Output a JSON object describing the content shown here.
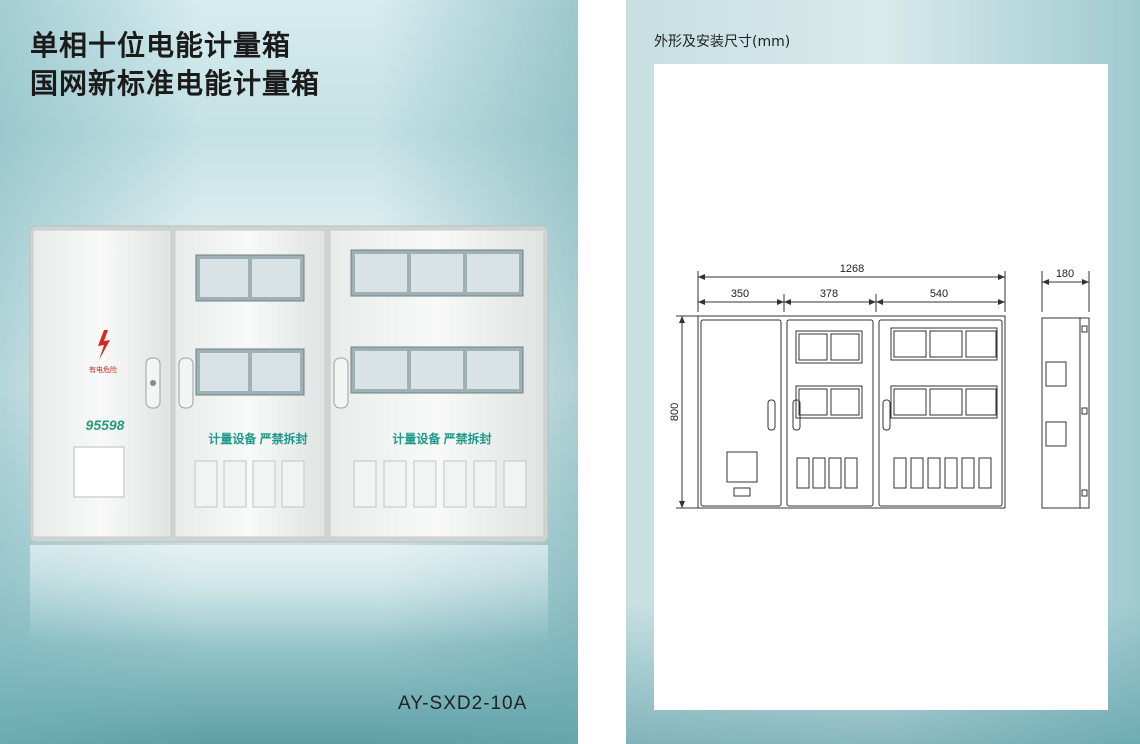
{
  "left_page": {
    "title_line1": "单相十位电能计量箱",
    "title_line2": "国网新标准电能计量箱",
    "model": "AY-SXD2-10A",
    "illustration": {
      "warning_label": "有电危险",
      "logo_text": "95598",
      "panel_2_caption": "计量设备 严禁拆封",
      "panel_3_caption": "计量设备 严禁拆封",
      "warning_icon": "lightning-bolt-icon"
    }
  },
  "right_page": {
    "heading": "外形及安装尺寸(mm)",
    "dimensions": {
      "total_width": "1268",
      "section_1_width": "350",
      "section_2_width": "378",
      "section_3_width": "540",
      "height": "800",
      "depth": "180"
    }
  },
  "colors": {
    "teal_dark": "#5f9fa6",
    "teal_light": "#d7ecef",
    "caption_green": "#1f9a8a",
    "warning_red": "#d22a1e",
    "line": "#333333"
  }
}
